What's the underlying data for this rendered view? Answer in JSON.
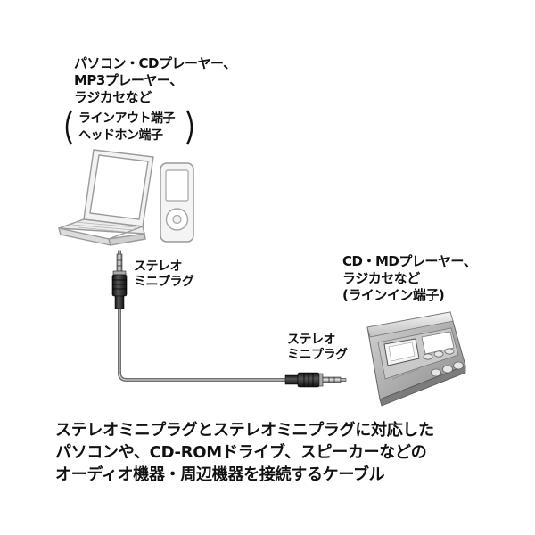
{
  "source": {
    "devices_line1": "パソコン・CDプレーヤー、",
    "devices_line2": "MP3プレーヤー、",
    "devices_line3": "ラジカセなど",
    "terminal_line1": "ラインアウト端子",
    "terminal_line2": "ヘッドホン端子"
  },
  "plug_top": {
    "line1": "ステレオ",
    "line2": "ミニプラグ"
  },
  "plug_right": {
    "line1": "ステレオ",
    "line2": "ミニプラグ"
  },
  "destination": {
    "line1": "CD・MDプレーヤー、",
    "line2": "ラジカセなど",
    "line3": "(ラインイン端子)"
  },
  "caption": {
    "line1": "ステレオミニプラグとステレオミニプラグに対応した",
    "line2": "パソコンや、CD-ROMドライブ、スピーカーなどの",
    "line3": "オーディオ機器・周辺機器を接続するケーブル"
  },
  "icons": [
    "laptop-icon",
    "mp3-player-icon",
    "stereo-mini-plug-icon",
    "cd-md-player-icon",
    "cable-icon"
  ]
}
